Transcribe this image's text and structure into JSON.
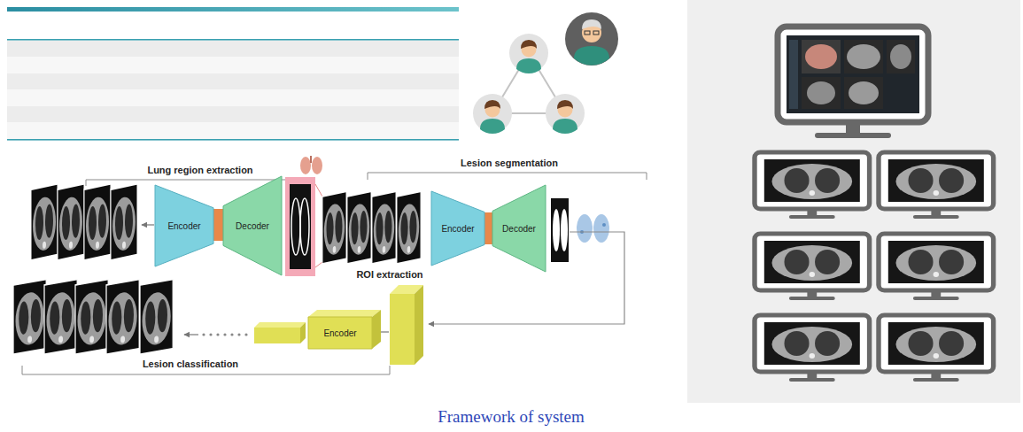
{
  "diagram": {
    "caption": "Framework of system",
    "nodes": [
      {
        "text": [
          "Encoder"
        ]
      },
      {
        "text": [
          "Decoder"
        ]
      },
      {
        "text": [
          "Encoder"
        ]
      },
      {
        "text": [
          "Decoder"
        ]
      },
      {
        "text": [
          "Encoder"
        ]
      }
    ],
    "labels": [
      "Lung region extraction",
      "Lesion segmentation",
      "ROI extraction",
      "Lesion classification"
    ]
  }
}
